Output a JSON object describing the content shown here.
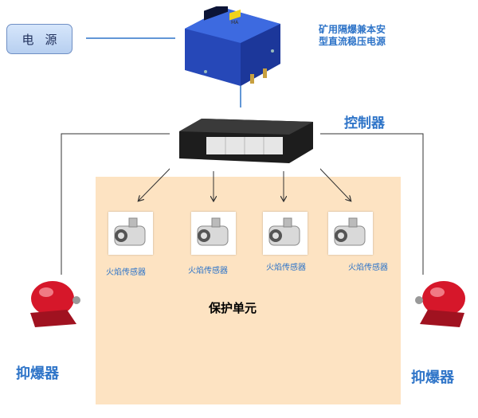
{
  "power_button": {
    "label": "电源"
  },
  "power_supply": {
    "line1": "矿用隔爆兼本安",
    "line2": "型直流稳压电源",
    "badge": "MA"
  },
  "controller": {
    "label": "控制器"
  },
  "protection_unit": {
    "label": "保护单元"
  },
  "sensors": [
    {
      "label": "火焰传感器"
    },
    {
      "label": "火焰传感器"
    },
    {
      "label": "火焰传感器"
    },
    {
      "label": "火焰传感器"
    }
  ],
  "suppressors": {
    "left_label": "抑爆器",
    "right_label": "抑爆器"
  },
  "colors": {
    "accent": "#2e74c8",
    "zone": "#fde3c2",
    "psu": "#2f56c9",
    "suppressor": "#d6172a"
  }
}
